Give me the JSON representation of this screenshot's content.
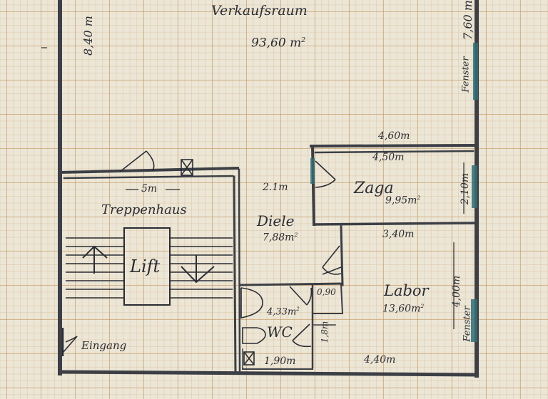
{
  "rooms": {
    "verkaufsraum": {
      "name": "Verkaufsraum",
      "area": "93,60"
    },
    "treppenhaus": {
      "name": "Treppenhaus",
      "width": "5"
    },
    "lift": {
      "name": "Lift"
    },
    "diele": {
      "name": "Diele",
      "area": "7,88",
      "width": "2.1"
    },
    "zaga": {
      "name": "Zaga",
      "area": "9,95",
      "outer_width": "4,60",
      "inner_width": "4,50",
      "height": "2,10"
    },
    "labor": {
      "name": "Labor",
      "area": "13,60",
      "top_width": "3,40",
      "height": "4,00",
      "bottom_width": "4,40"
    },
    "wc": {
      "name": "WC",
      "area": "4,33",
      "bottom_width": "1,90",
      "small_a": "0,90",
      "small_b": "1,8"
    }
  },
  "dimensions": {
    "left_height": "8,40",
    "right_height": "7,60"
  },
  "labels": {
    "fenster": "Fenster",
    "eingang": "Eingang",
    "unit_m": "m",
    "unit_m2": "m",
    "sup_2": "2"
  },
  "colors": {
    "ink": "#2a2d35",
    "wall": "#3c3f45",
    "window": "#2f6f78"
  }
}
